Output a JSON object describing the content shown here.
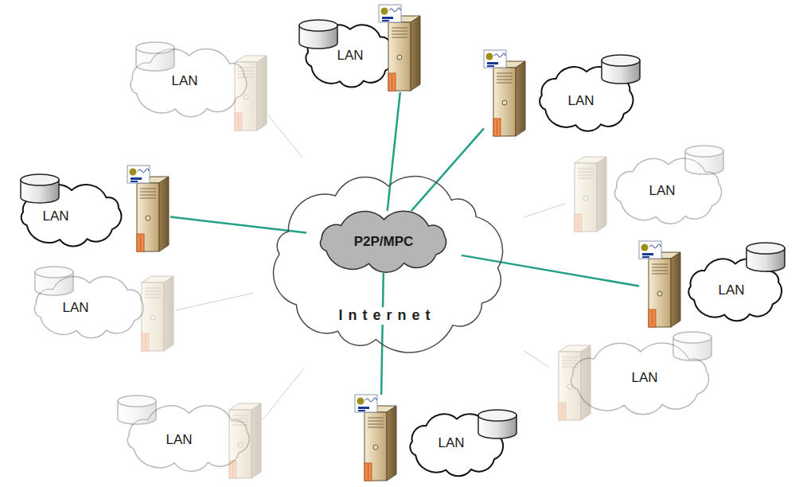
{
  "diagram": {
    "nodes": [
      {
        "text": [
          "Internet"
        ]
      },
      {
        "text": [
          "P2P/MPC"
        ],
        "in": 0
      },
      {
        "text": [
          "LAN"
        ]
      },
      {
        "text": [
          "LAN"
        ]
      },
      {
        "text": [
          "LAN"
        ]
      },
      {
        "text": [
          "LAN"
        ]
      },
      {
        "text": [
          "LAN"
        ]
      },
      {
        "text": [
          "LAN"
        ]
      },
      {
        "text": [
          "LAN"
        ]
      },
      {
        "text": [
          "LAN"
        ]
      },
      {
        "text": [
          "LAN"
        ]
      },
      {
        "text": [
          "LAN"
        ]
      }
    ],
    "edges": [
      {
        "from": 1,
        "to": 2,
        "arrow": "none"
      },
      {
        "from": 1,
        "to": 4,
        "arrow": "none"
      },
      {
        "from": 1,
        "to": 6,
        "arrow": "none"
      },
      {
        "from": 1,
        "to": 7,
        "arrow": "none"
      },
      {
        "from": 1,
        "to": 11,
        "arrow": "none"
      },
      {
        "from": 0,
        "to": 3,
        "arrow": "none"
      },
      {
        "from": 0,
        "to": 5,
        "arrow": "none"
      },
      {
        "from": 0,
        "to": 8,
        "arrow": "none"
      },
      {
        "from": 0,
        "to": 9,
        "arrow": "none"
      },
      {
        "from": 0,
        "to": 10,
        "arrow": "none"
      }
    ]
  }
}
